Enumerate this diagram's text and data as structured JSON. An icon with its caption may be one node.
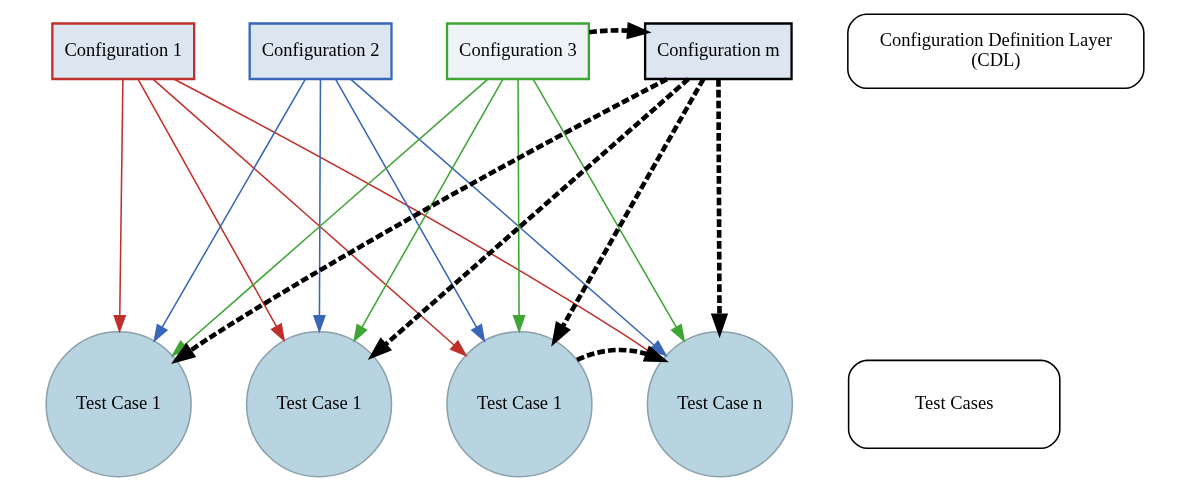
{
  "diagram": {
    "nodes": [
      {
        "text": [
          "Configuration 1"
        ]
      },
      {
        "text": [
          "Configuration 2"
        ]
      },
      {
        "text": [
          "Configuration 3"
        ]
      },
      {
        "text": [
          "Configuration m"
        ]
      },
      {
        "text": [
          "Test Case 1"
        ]
      },
      {
        "text": [
          "Test Case 1"
        ]
      },
      {
        "text": [
          "Test Case 1"
        ]
      },
      {
        "text": [
          "Test Case n"
        ]
      },
      {
        "text": [
          "Configuration Definition Layer",
          "(CDL)"
        ]
      },
      {
        "text": [
          "Test Cases"
        ]
      }
    ],
    "edges": [
      {
        "from": 2,
        "to": 3,
        "arrow": "to",
        "style": "dashed",
        "color": "#000000"
      },
      {
        "from": 6,
        "to": 7,
        "arrow": "to",
        "style": "dashed",
        "color": "#000000"
      },
      {
        "from": 0,
        "to": 4,
        "arrow": "to",
        "color": "#c0302b"
      },
      {
        "from": 0,
        "to": 5,
        "arrow": "to",
        "color": "#c0302b"
      },
      {
        "from": 0,
        "to": 6,
        "arrow": "to",
        "color": "#c0302b"
      },
      {
        "from": 0,
        "to": 7,
        "arrow": "to",
        "color": "#c0302b"
      },
      {
        "from": 1,
        "to": 4,
        "arrow": "to",
        "color": "#3a66b8"
      },
      {
        "from": 1,
        "to": 5,
        "arrow": "to",
        "color": "#3a66b8"
      },
      {
        "from": 1,
        "to": 6,
        "arrow": "to",
        "color": "#3a66b8"
      },
      {
        "from": 1,
        "to": 7,
        "arrow": "to",
        "color": "#3a66b8"
      },
      {
        "from": 2,
        "to": 4,
        "arrow": "to",
        "color": "#3fa535"
      },
      {
        "from": 2,
        "to": 5,
        "arrow": "to",
        "color": "#3fa535"
      },
      {
        "from": 2,
        "to": 6,
        "arrow": "to",
        "color": "#3fa535"
      },
      {
        "from": 2,
        "to": 7,
        "arrow": "to",
        "color": "#3fa535"
      },
      {
        "from": 3,
        "to": 4,
        "arrow": "to",
        "style": "dashed",
        "color": "#000000"
      },
      {
        "from": 3,
        "to": 5,
        "arrow": "to",
        "style": "dashed",
        "color": "#000000"
      },
      {
        "from": 3,
        "to": 6,
        "arrow": "to",
        "style": "dashed",
        "color": "#000000"
      },
      {
        "from": 3,
        "to": 7,
        "arrow": "to",
        "style": "dashed",
        "color": "#000000"
      }
    ]
  }
}
